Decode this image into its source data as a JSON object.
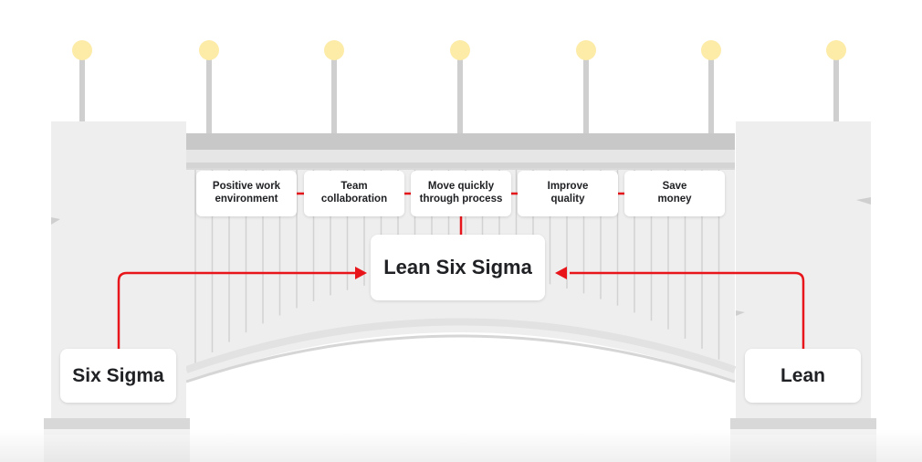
{
  "diagram": {
    "benefits": [
      {
        "label": "Positive work\nenvironment"
      },
      {
        "label": "Team\ncollaboration"
      },
      {
        "label": "Move quickly\nthrough process"
      },
      {
        "label": "Improve\nquality"
      },
      {
        "label": "Save\nmoney"
      }
    ],
    "center_label": "Lean Six Sigma",
    "left_label": "Six Sigma",
    "right_label": "Lean"
  },
  "colors": {
    "connector": "#e8161b",
    "bridge_light": "#eeeeee",
    "bridge_mid": "#dcdcdc",
    "bridge_dark": "#bdbdbd",
    "lamp": "#fdeba8"
  }
}
